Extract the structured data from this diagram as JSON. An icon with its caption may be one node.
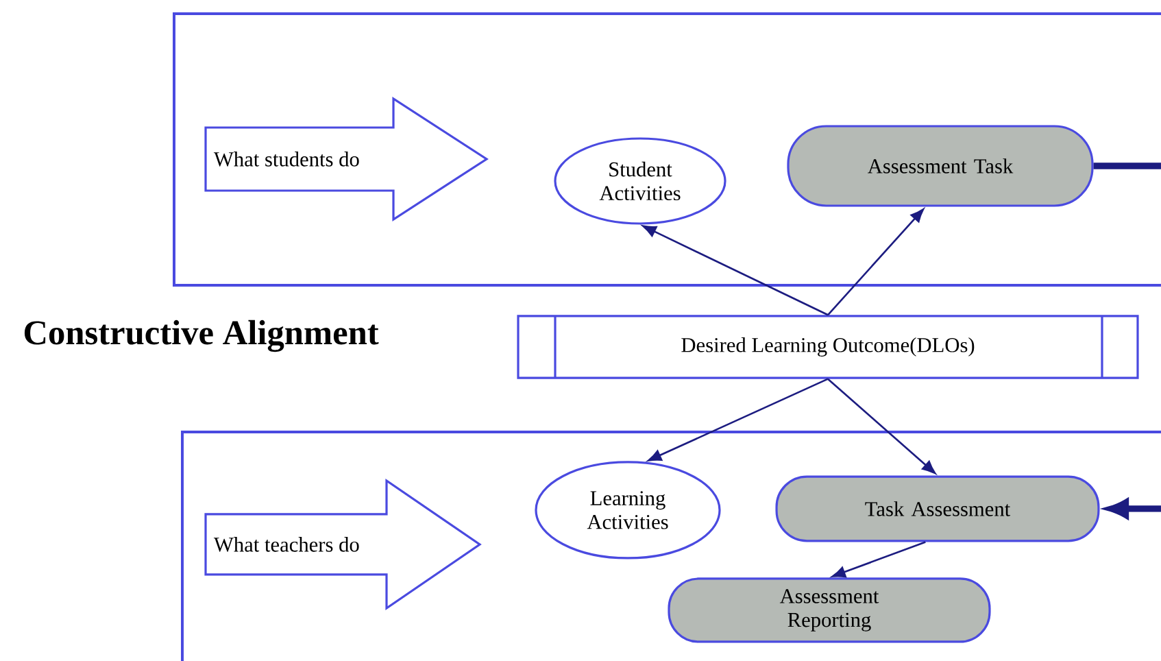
{
  "diagram": {
    "title": "Constructive Alignment",
    "nodes": [
      {
        "text": [],
        "shape": "box"
      },
      {
        "text": [
          "What students do"
        ],
        "in": 0
      },
      {
        "text": [
          "Student Activities"
        ],
        "in": 0
      },
      {
        "text": [
          "Assessment Task"
        ],
        "in": 0
      },
      {
        "text": [
          "Desired Learning Outcome(DLOs)"
        ]
      },
      {
        "text": [],
        "shape": "box"
      },
      {
        "text": [
          "What teachers do"
        ],
        "in": 5
      },
      {
        "text": [
          "Learning Activities"
        ],
        "in": 5
      },
      {
        "text": [
          "Task Assessment"
        ],
        "in": 5
      },
      {
        "text": [
          "Assessment Reporting"
        ],
        "in": 5
      }
    ],
    "edges": [
      {
        "from": 4,
        "to": 2,
        "arrow": "to"
      },
      {
        "from": 4,
        "to": 3,
        "arrow": "to"
      },
      {
        "from": 4,
        "to": 7,
        "arrow": "to"
      },
      {
        "from": 4,
        "to": 8,
        "arrow": "to"
      },
      {
        "from": 8,
        "to": 9,
        "arrow": "to"
      },
      {
        "from": 3,
        "to": null,
        "arrow": "none",
        "style": "thick"
      },
      {
        "from": null,
        "to": 8,
        "arrow": "to",
        "style": "thick"
      }
    ]
  }
}
